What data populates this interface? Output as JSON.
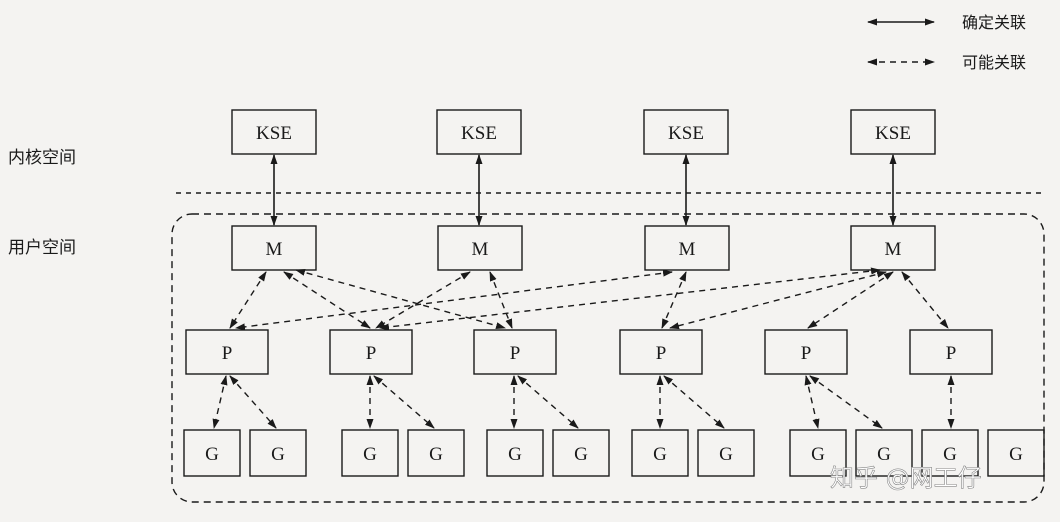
{
  "legend": {
    "solid_label": "确定关联",
    "dashed_label": "可能关联"
  },
  "regions": {
    "kernel_label": "内核空间",
    "user_label": "用户空间"
  },
  "nodes": {
    "kse": [
      "KSE",
      "KSE",
      "KSE",
      "KSE"
    ],
    "m": [
      "M",
      "M",
      "M",
      "M"
    ],
    "p": [
      "P",
      "P",
      "P",
      "P",
      "P",
      "P"
    ],
    "g": [
      "G",
      "G",
      "G",
      "G",
      "G",
      "G",
      "G",
      "G",
      "G",
      "G",
      "G",
      "G"
    ]
  },
  "watermark": {
    "text": "知乎 @网工仔"
  }
}
